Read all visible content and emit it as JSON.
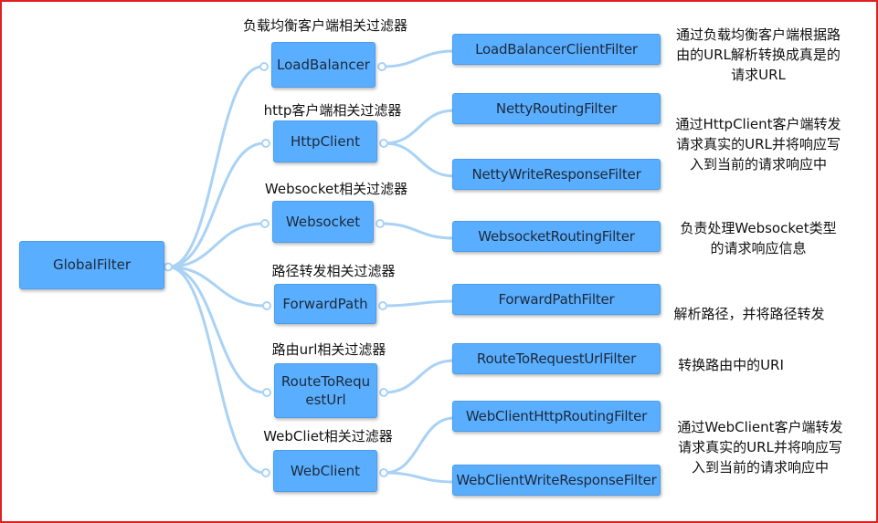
{
  "diagram": {
    "root": "GlobalFilter",
    "branches": [
      {
        "label": "负载均衡客户端相关过滤器",
        "node": "LoadBalancer",
        "filters": [
          "LoadBalancerClientFilter"
        ],
        "description": "通过负载均衡客户端根据路\n由的URL解析转换成真是的\n请求URL"
      },
      {
        "label": "http客户端相关过滤器",
        "node": "HttpClient",
        "filters": [
          "NettyRoutingFilter",
          "NettyWriteResponseFilter"
        ],
        "description": "通过HttpClient客户端转发\n请求真实的URL并将响应写\n入到当前的请求响应中"
      },
      {
        "label": "Websocket相关过滤器",
        "node": "Websocket",
        "filters": [
          "WebsocketRoutingFilter"
        ],
        "description": "负责处理Websocket类型\n的请求响应信息"
      },
      {
        "label": "路径转发相关过滤器",
        "node": "ForwardPath",
        "filters": [
          "ForwardPathFilter"
        ],
        "description": "解析路径，并将路径转发"
      },
      {
        "label": "路由url相关过滤器",
        "node": "RouteToRequestUrl",
        "node_display": "RouteToRequ\nestUrl",
        "filters": [
          "RouteToRequestUrlFilter"
        ],
        "description": "转换路由中的URI"
      },
      {
        "label": "WebCliet相关过滤器",
        "node": "WebClient",
        "filters": [
          "WebClientHttpRoutingFilter",
          "WebClientWriteResponseFilter"
        ],
        "description": "通过WebClient客户端转发\n请求真实的URL并将响应写\n入到当前的请求响应中"
      }
    ]
  },
  "colors": {
    "node_fill": "#5aaeff",
    "connector": "#a9d2f5",
    "frame_border": "#e02020"
  }
}
